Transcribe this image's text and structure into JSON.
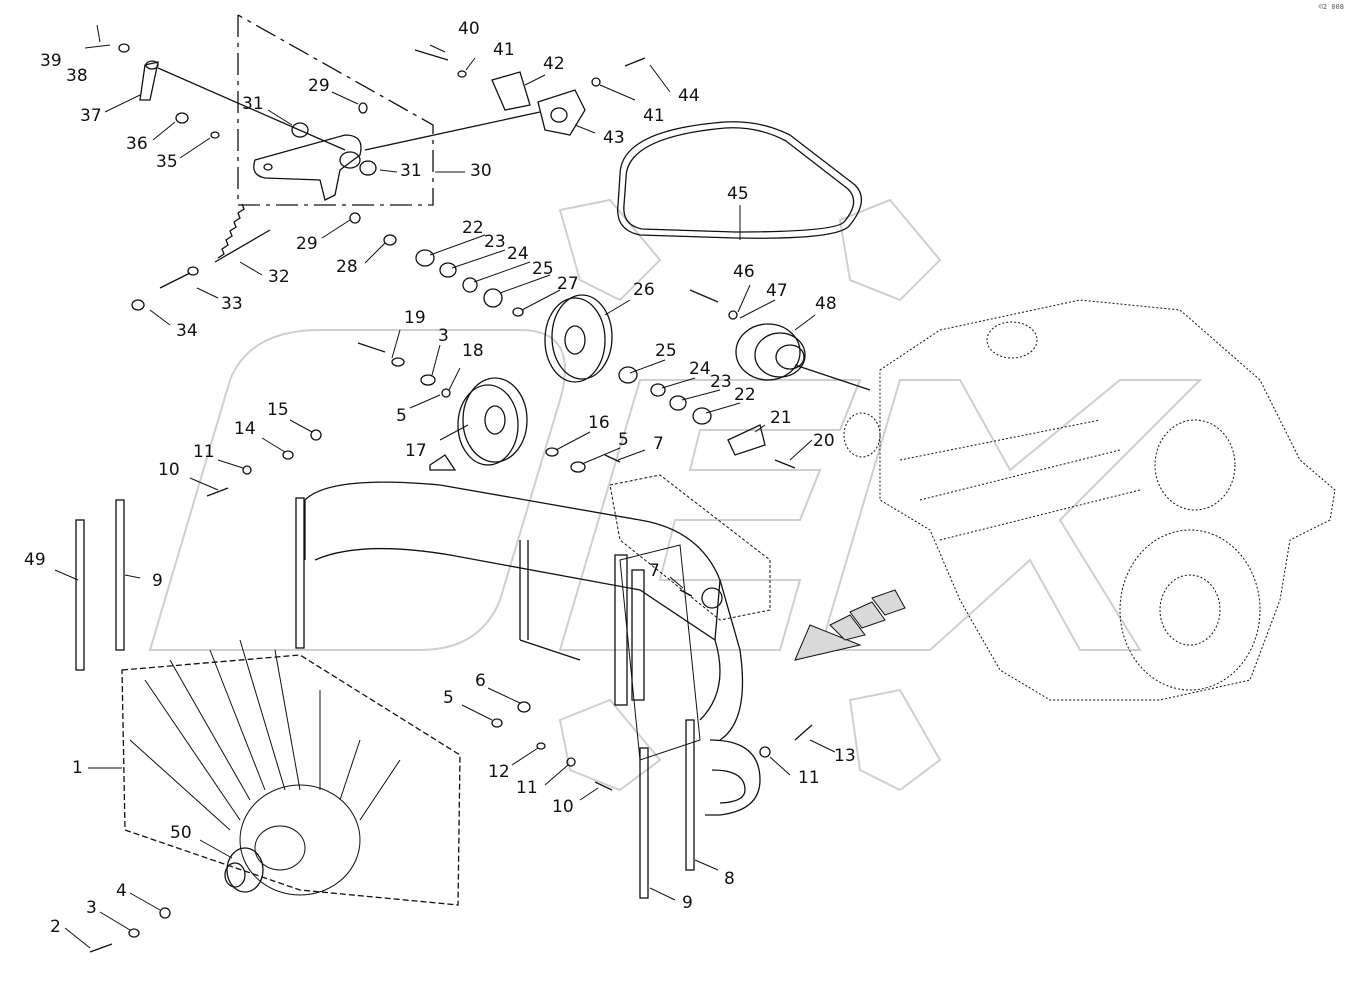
{
  "diagram": {
    "corner_mark": "©2 008",
    "labels": [
      {
        "id": "39",
        "text": "39"
      },
      {
        "id": "38",
        "text": "38"
      },
      {
        "id": "37",
        "text": "37"
      },
      {
        "id": "36",
        "text": "36"
      },
      {
        "id": "35",
        "text": "35"
      },
      {
        "id": "31a",
        "text": "31"
      },
      {
        "id": "29a",
        "text": "29"
      },
      {
        "id": "31b",
        "text": "31"
      },
      {
        "id": "30",
        "text": "30"
      },
      {
        "id": "29b",
        "text": "29"
      },
      {
        "id": "28",
        "text": "28"
      },
      {
        "id": "32",
        "text": "32"
      },
      {
        "id": "33",
        "text": "33"
      },
      {
        "id": "34",
        "text": "34"
      },
      {
        "id": "40",
        "text": "40"
      },
      {
        "id": "41a",
        "text": "41"
      },
      {
        "id": "42",
        "text": "42"
      },
      {
        "id": "41b",
        "text": "41"
      },
      {
        "id": "43",
        "text": "43"
      },
      {
        "id": "44",
        "text": "44"
      },
      {
        "id": "45",
        "text": "45"
      },
      {
        "id": "22a",
        "text": "22"
      },
      {
        "id": "23a",
        "text": "23"
      },
      {
        "id": "24a",
        "text": "24"
      },
      {
        "id": "25a",
        "text": "25"
      },
      {
        "id": "27",
        "text": "27"
      },
      {
        "id": "26",
        "text": "26"
      },
      {
        "id": "46",
        "text": "46"
      },
      {
        "id": "47",
        "text": "47"
      },
      {
        "id": "48",
        "text": "48"
      },
      {
        "id": "19",
        "text": "19"
      },
      {
        "id": "3a",
        "text": "3"
      },
      {
        "id": "18",
        "text": "18"
      },
      {
        "id": "5a",
        "text": "5"
      },
      {
        "id": "25b",
        "text": "25"
      },
      {
        "id": "24b",
        "text": "24"
      },
      {
        "id": "23b",
        "text": "23"
      },
      {
        "id": "22b",
        "text": "22"
      },
      {
        "id": "21",
        "text": "21"
      },
      {
        "id": "20",
        "text": "20"
      },
      {
        "id": "15",
        "text": "15"
      },
      {
        "id": "14",
        "text": "14"
      },
      {
        "id": "16",
        "text": "16"
      },
      {
        "id": "5b",
        "text": "5"
      },
      {
        "id": "7a",
        "text": "7"
      },
      {
        "id": "17",
        "text": "17"
      },
      {
        "id": "11a",
        "text": "11"
      },
      {
        "id": "10a",
        "text": "10"
      },
      {
        "id": "49",
        "text": "49"
      },
      {
        "id": "9a",
        "text": "9"
      },
      {
        "id": "7b",
        "text": "7"
      },
      {
        "id": "6",
        "text": "6"
      },
      {
        "id": "5c",
        "text": "5"
      },
      {
        "id": "13",
        "text": "13"
      },
      {
        "id": "12",
        "text": "12"
      },
      {
        "id": "11b",
        "text": "11"
      },
      {
        "id": "11c",
        "text": "11"
      },
      {
        "id": "10b",
        "text": "10"
      },
      {
        "id": "1",
        "text": "1"
      },
      {
        "id": "50",
        "text": "50"
      },
      {
        "id": "4",
        "text": "4"
      },
      {
        "id": "3b",
        "text": "3"
      },
      {
        "id": "2",
        "text": "2"
      },
      {
        "id": "8",
        "text": "8"
      },
      {
        "id": "9b",
        "text": "9"
      }
    ]
  }
}
